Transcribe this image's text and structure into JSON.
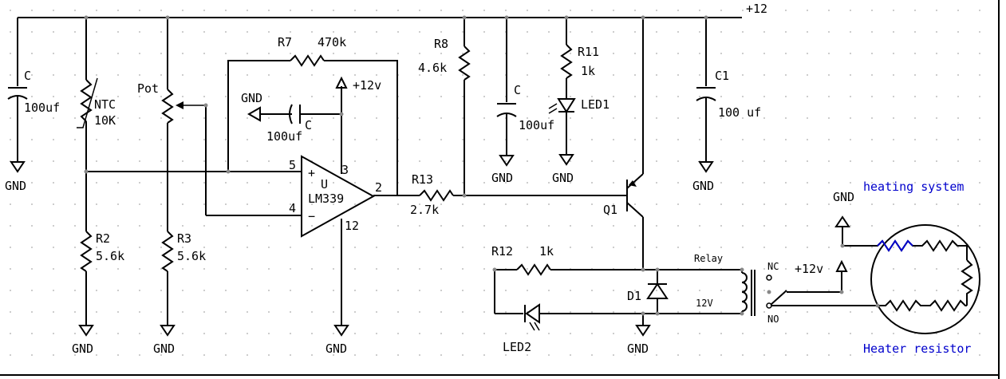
{
  "rail": {
    "supply": "+12"
  },
  "gnd": "GND",
  "components": {
    "c_left": {
      "name": "C",
      "value": "100uf"
    },
    "ntc": {
      "name": "NTC",
      "value": "10K"
    },
    "pot": {
      "name": "Pot"
    },
    "r2": {
      "name": "R2",
      "value": "5.6k"
    },
    "r3": {
      "name": "R3",
      "value": "5.6k"
    },
    "r7": {
      "name": "R7",
      "value": "470k"
    },
    "c_op": {
      "name": "C",
      "value": "100uf"
    },
    "opamp": {
      "ref": "U",
      "part": "LM339",
      "pin_plus": "5",
      "pin_minus": "4",
      "pin_vcc": "3",
      "pin_out": "2",
      "pin_gnd": "12",
      "plus_sign": "+",
      "minus_sign": "−"
    },
    "vcc_op": "+12v",
    "r13": {
      "name": "R13",
      "value": "2.7k"
    },
    "r8": {
      "name": "R8",
      "value": "4.6k"
    },
    "c_mid": {
      "name": "C",
      "value": "100uf"
    },
    "r11": {
      "name": "R11",
      "value": "1k"
    },
    "led1": {
      "name": "LED1"
    },
    "q1": {
      "name": "Q1"
    },
    "c1": {
      "name": "C1",
      "value": "100 uf"
    },
    "r12": {
      "name": "R12",
      "value": "1k"
    },
    "led2": {
      "name": "LED2"
    },
    "d1": {
      "name": "D1"
    },
    "relay": {
      "label": "Relay",
      "coil_v": "12V",
      "nc": "NC",
      "no": "NO",
      "supply": "+12v"
    }
  },
  "heater": {
    "system_label": "heating system",
    "resistor_label": "Heater resistor"
  },
  "colors": {
    "wire": "#000000",
    "heater_text": "#0000cc",
    "grid_dot": "#bdbdbd"
  }
}
